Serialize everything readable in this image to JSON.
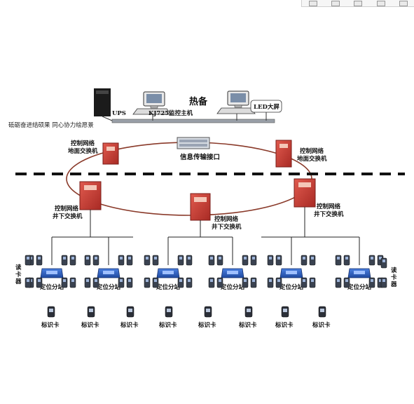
{
  "slogan": "砥砺奋进结硕果 同心协力绘愿景",
  "hot_standby": "热备",
  "ups": "UPS",
  "host": "KJ725监控主机",
  "led": "LED大屏",
  "interface": "信息传输接口",
  "surface_switch": [
    "控制网络",
    "地面交换机"
  ],
  "underground_switch": [
    "控制网络",
    "井下交换机"
  ],
  "reader": [
    "读",
    "卡",
    "器"
  ],
  "substation": "定位分站",
  "tag": "标识卡",
  "colors": {
    "switch_red": "#c8322d",
    "ring": "#8a3a2a",
    "substation_blue": "#2c5fbf",
    "divider": "#111111"
  }
}
